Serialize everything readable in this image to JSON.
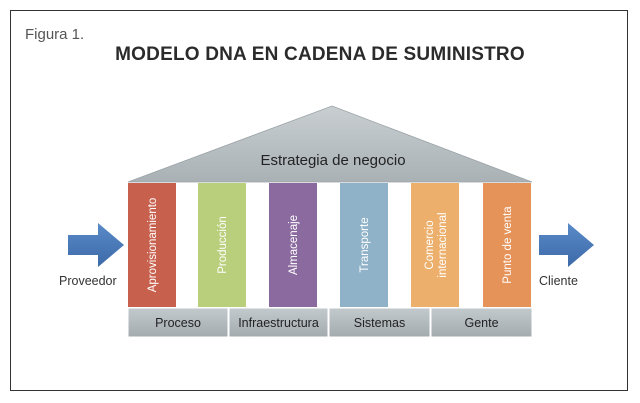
{
  "figure_label": "Figura 1.",
  "title": "MODELO DNA EN CADENA DE SUMINISTRO",
  "roof_label": "Estrategia de negocio",
  "pillars": [
    {
      "label": "Aprovisionamiento",
      "color": "#c8604e"
    },
    {
      "label": "Producción",
      "color": "#b9cf7c"
    },
    {
      "label": "Almacenaje",
      "color": "#8a6a9f"
    },
    {
      "label": "Transporte",
      "color": "#8fb2c8"
    },
    {
      "label": "Comercio internacional",
      "color": "#edb06c"
    },
    {
      "label": "Punto de venta",
      "color": "#e6935a"
    }
  ],
  "base": [
    "Proceso",
    "Infraestructura",
    "Sistemas",
    "Gente"
  ],
  "left_label": "Proveedor",
  "right_label": "Cliente",
  "colors": {
    "roof": "#b7bec1",
    "base": "#b4bcc0",
    "arrow": "#4a78b8"
  }
}
